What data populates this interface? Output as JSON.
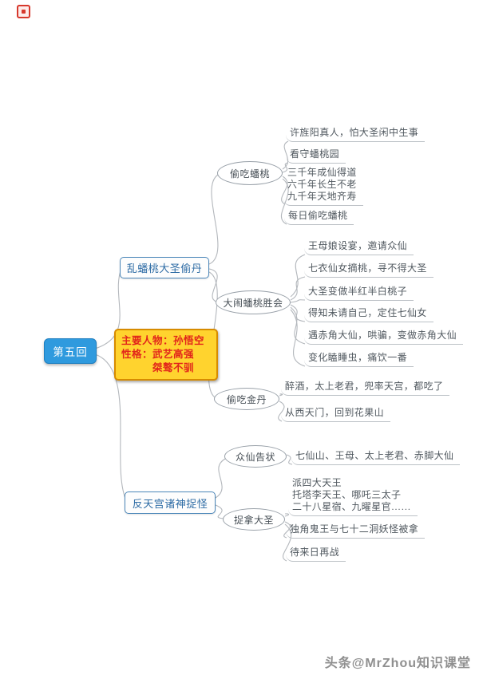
{
  "mindmap": {
    "root": {
      "label": "第五回"
    },
    "note": {
      "text": "主要人物：孙悟空\n性格：武艺高强\n　　　桀骜不驯"
    },
    "branches": [
      {
        "label": "乱蟠桃大圣偷丹",
        "children": [
          {
            "label": "偷吃蟠桃",
            "leaves": [
              "许旌阳真人，怕大圣闲中生事",
              "看守蟠桃园",
              "三千年成仙得道\n六千年长生不老\n九千年天地齐寿",
              "每日偷吃蟠桃"
            ]
          },
          {
            "label": "大闹蟠桃胜会",
            "leaves": [
              "王母娘设宴，邀请众仙",
              "七衣仙女摘桃，寻不得大圣",
              "大圣变做半红半白桃子",
              "得知未请自己，定住七仙女",
              "遇赤角大仙，哄骗，变做赤角大仙",
              "变化瞌睡虫，痛饮一番"
            ]
          },
          {
            "label": "偷吃金丹",
            "leaves": [
              "醉酒，太上老君，兜率天宫，都吃了",
              "从西天门，回到花果山"
            ]
          }
        ]
      },
      {
        "label": "反天宫诸神捉怪",
        "children": [
          {
            "label": "众仙告状",
            "leaves": [
              "七仙山、王母、太上老君、赤脚大仙"
            ]
          },
          {
            "label": "捉拿大圣",
            "leaves": [
              "派四大天王\n托塔李天王、哪吒三太子\n二十八星宿、九曜星官……",
              "独角鬼王与七十二洞妖怪被拿",
              "待来日再战"
            ]
          }
        ]
      }
    ]
  },
  "footer": {
    "watermark": "头条@MrZhou知识课堂"
  },
  "colors": {
    "root_fill": "#2f9ade",
    "branch_border": "#4c87b9",
    "note_fill": "#ffd32e",
    "note_border": "#d78b00",
    "note_text": "#e2251b",
    "line": "#b3b7bc"
  }
}
